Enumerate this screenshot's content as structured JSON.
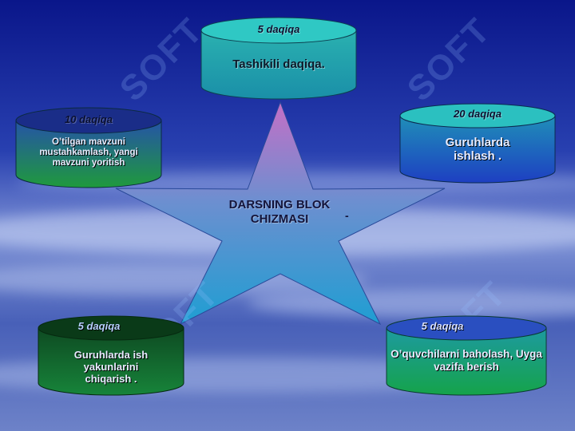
{
  "center": {
    "title": "DARSNING BLOK\nCHIZMASI",
    "mark": "-"
  },
  "watermark": "SOFT",
  "blocks": {
    "top": {
      "time": "5 daqiqa",
      "text": "Tashikili daqiqa."
    },
    "left": {
      "time": "10 daqiqa",
      "text": "O’tilgan mavzuni mustahkamlash, yangi mavzuni yoritish"
    },
    "right": {
      "time": "20 daqiqa",
      "text": "Guruhlarda ishlash ."
    },
    "bottom_left": {
      "time": "5 daqiqa",
      "text": "Guruhlarda ish yakunlarini chiqarish ."
    },
    "bottom_right": {
      "time": "5 daqiqa",
      "text": "O’quvchilarni baholash, Uyga vazifa berish"
    }
  },
  "colors": {
    "background_top": "#0a1a8a",
    "background_bottom": "#6f88cf",
    "star_top": "#c070c8",
    "star_bottom": "#2a9ad0",
    "cyl_top_body": "#20a3a8",
    "cyl_left_body": "#1d8a3a",
    "cyl_right_body": "#1e4fc0",
    "cyl_bottom_left_body": "#115e2a",
    "cyl_bottom_right_body": "#158f6a"
  }
}
